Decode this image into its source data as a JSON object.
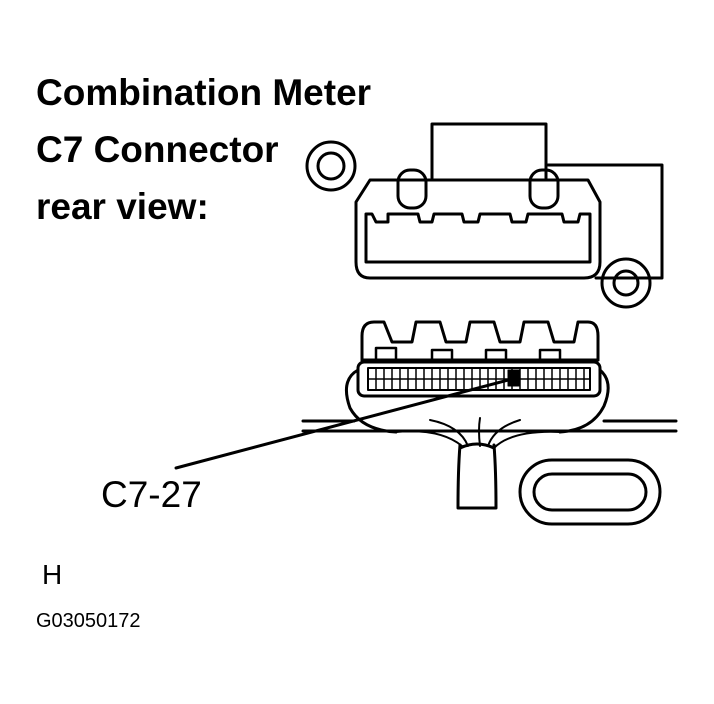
{
  "title": {
    "line1": "Combination Meter",
    "line2": "C7 Connector",
    "line3": "rear view:"
  },
  "callout_label": "C7-27",
  "figure_letter": "H",
  "figure_id": "G03050172"
}
